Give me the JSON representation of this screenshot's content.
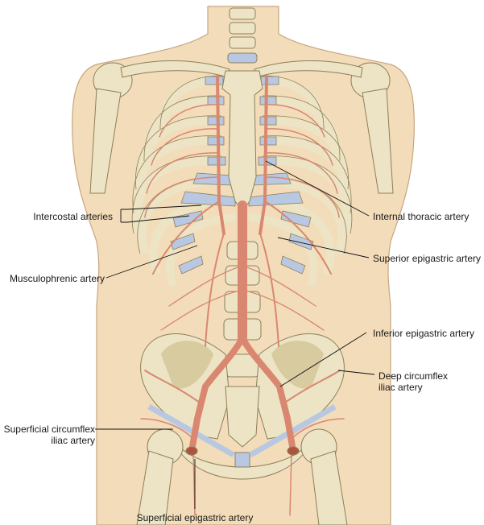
{
  "labels": {
    "intercostal": "Intercostal arteries",
    "internal_thoracic": "Internal thoracic artery",
    "superior_epigastric": "Superior epigastric artery",
    "musculophrenic": "Musculophrenic artery",
    "inferior_epigastric": "Inferior epigastric artery",
    "deep_circumflex_1": "Deep circumflex",
    "deep_circumflex_2": "iliac artery",
    "superficial_circumflex_1": "Superficial circumflex",
    "superficial_circumflex_2": "iliac artery",
    "superficial_epigastric": "Superficial epigastric artery"
  },
  "colors": {
    "skin": "#f3dcb9",
    "skin_outline": "#c9a57f",
    "bone": "#ece4c4",
    "bone_shade": "#d8cba0",
    "bone_outline": "#8d7f5a",
    "cartilage": "#b9c8e2",
    "artery": "#d98770",
    "artery_dark": "#b0533d",
    "leader": "#111111"
  }
}
